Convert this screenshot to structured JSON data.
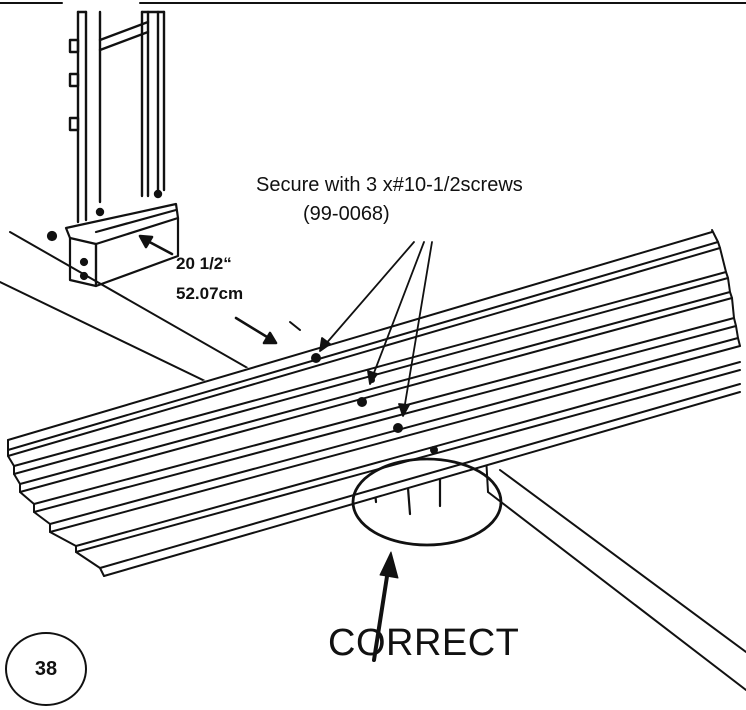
{
  "diagram": {
    "instruction_line1": "Secure with 3 x#10-1/2screws",
    "instruction_line2": "(99-0068)",
    "dimension_inches": "20 1/2“",
    "dimension_cm": "52.07cm",
    "status_label": "CORRECT",
    "step_number": "38"
  },
  "colors": {
    "ink": "#111111",
    "paper": "#ffffff"
  }
}
